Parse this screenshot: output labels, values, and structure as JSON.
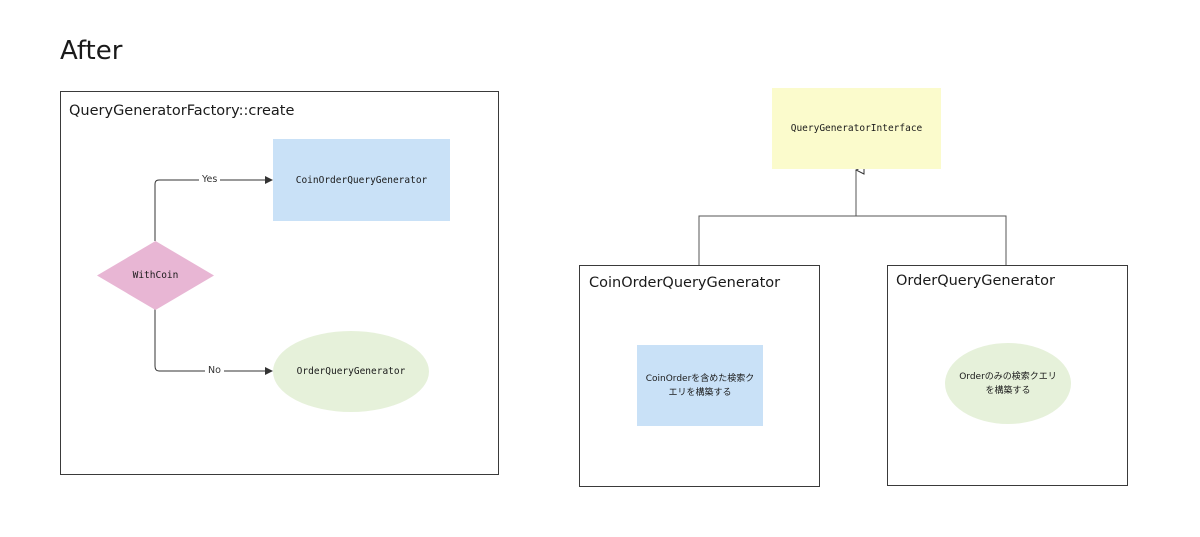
{
  "page": {
    "title": "After"
  },
  "factory": {
    "frame_label": "QueryGeneratorFactory::create",
    "decision_label": "WithCoin",
    "yes_label": "Yes",
    "no_label": "No",
    "coin_generator_label": "CoinOrderQueryGenerator",
    "order_generator_label": "OrderQueryGenerator"
  },
  "class_diagram": {
    "interface_label": "QueryGeneratorInterface",
    "coin_class": {
      "frame_label": "CoinOrderQueryGenerator",
      "description": "CoinOrderを含めた検索クエリを構築する"
    },
    "order_class": {
      "frame_label": "OrderQueryGenerator",
      "description": "Orderのみの検索クエリを構築する"
    }
  },
  "colors": {
    "blue_fill": "#c9e1f7",
    "green_fill": "#e6f1da",
    "pink_fill": "#e8b6d4",
    "yellow_fill": "#fbfbcc",
    "stroke": "#3a3a3a"
  }
}
